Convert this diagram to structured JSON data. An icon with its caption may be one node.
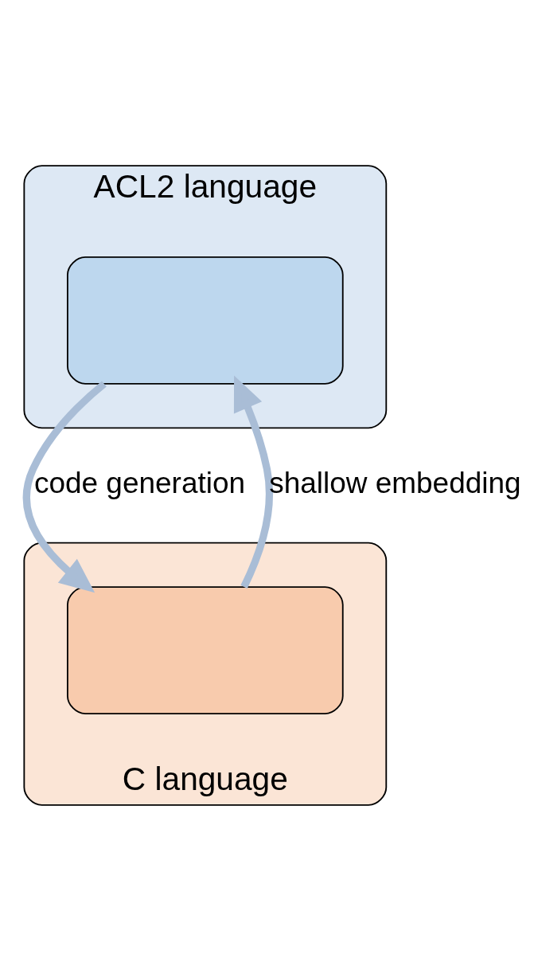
{
  "diagram": {
    "nodes": [
      {
        "text": [
          "ACL2 language"
        ]
      },
      {
        "text": [],
        "shape": "box",
        "in": 0
      },
      {
        "text": [
          "C language"
        ]
      },
      {
        "text": [],
        "shape": "box",
        "in": 2
      }
    ],
    "edges": [
      {
        "from": 3,
        "to": 1,
        "arrow": "to",
        "label": "shallow embedding"
      },
      {
        "from": 1,
        "to": 3,
        "arrow": "to",
        "label": "code generation"
      }
    ]
  }
}
